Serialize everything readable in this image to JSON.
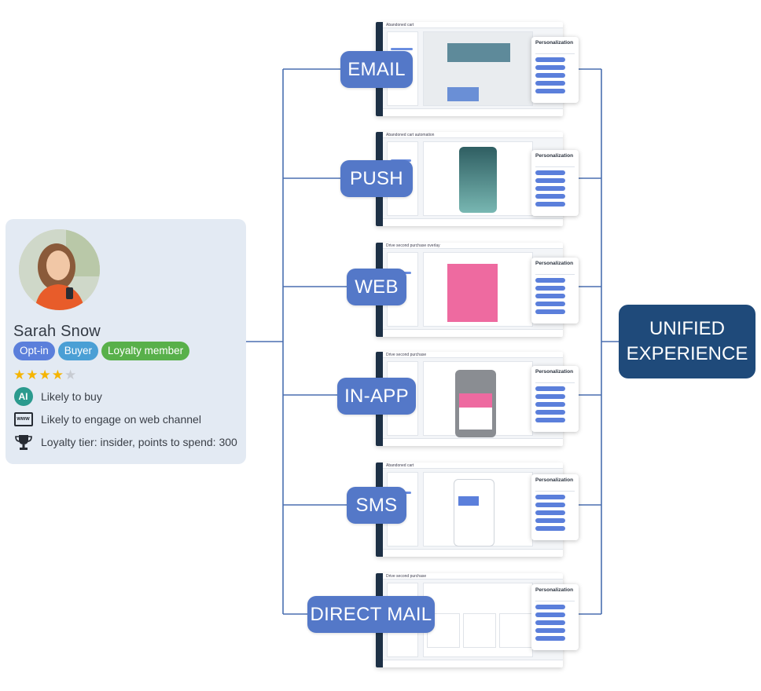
{
  "profile": {
    "name": "Sarah Snow",
    "badges": [
      {
        "label": "Opt-in",
        "color": "#5b7fdb"
      },
      {
        "label": "Buyer",
        "color": "#4a9fd5"
      },
      {
        "label": "Loyalty member",
        "color": "#58b04a"
      }
    ],
    "rating": 4,
    "rating_max": 5,
    "attributes": [
      {
        "icon": "ai-icon",
        "icon_text": "AI",
        "text": "Likely to buy"
      },
      {
        "icon": "www-icon",
        "icon_text": "www",
        "text": "Likely to engage on web channel"
      },
      {
        "icon": "trophy-icon",
        "icon_text": "",
        "text": "Loyalty tier: insider, points to spend: 300"
      }
    ]
  },
  "channels": [
    {
      "label": "EMAIL",
      "screen_title": "Abandoned cart"
    },
    {
      "label": "PUSH",
      "screen_title": "Abandoned cart automation"
    },
    {
      "label": "WEB",
      "screen_title": "Drive second purchase overlay"
    },
    {
      "label": "IN-APP",
      "screen_title": "Drive second purchase"
    },
    {
      "label": "SMS",
      "screen_title": "Abandoned cart"
    },
    {
      "label": "DIRECT MAIL",
      "screen_title": "Drive second purchase"
    }
  ],
  "personalization_title": "Personalization",
  "outcome": {
    "line1": "UNIFIED",
    "line2": "EXPERIENCE"
  },
  "colors": {
    "channel_label": "#5478c8",
    "outcome_box": "#1f4a7a",
    "connector": "#4a6fb0",
    "profile_card": "#e3eaf3",
    "star_on": "#f5b400",
    "star_off": "#c8ccd2"
  }
}
